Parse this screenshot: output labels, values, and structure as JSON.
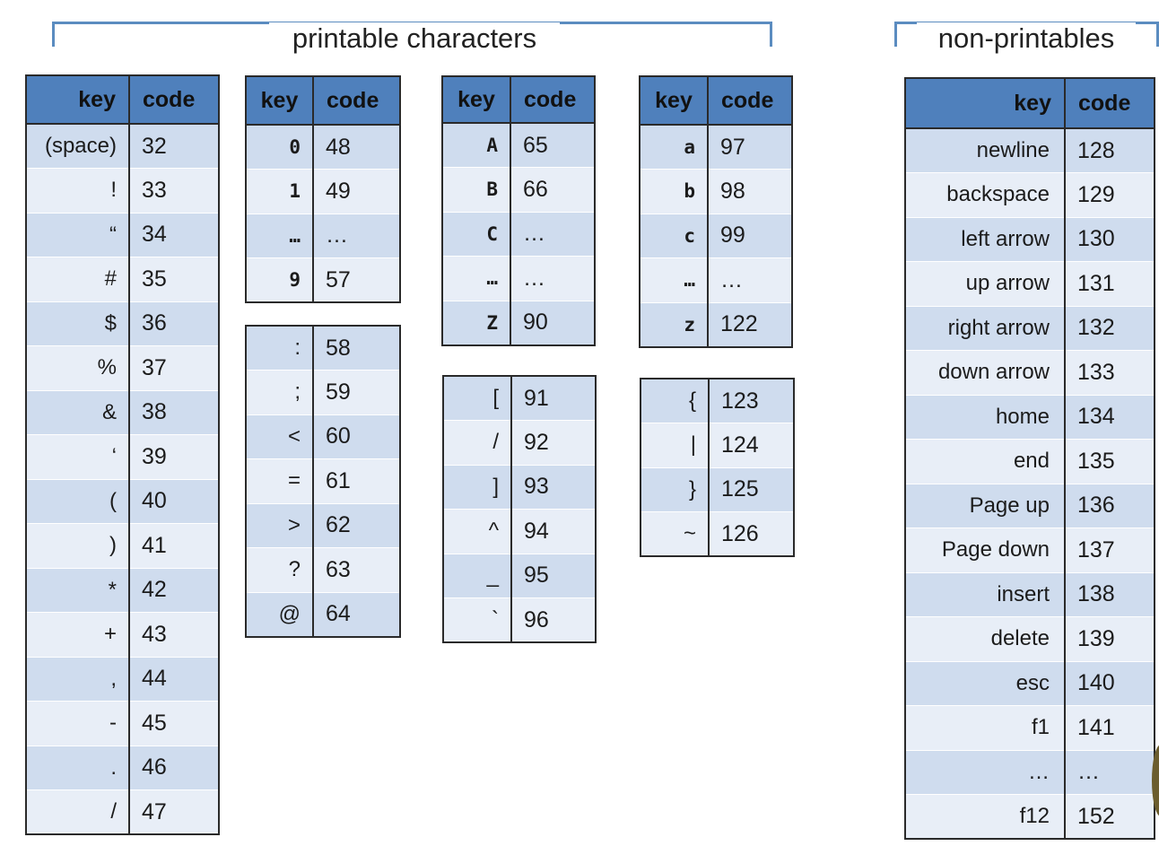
{
  "sections": {
    "printable": "printable characters",
    "nonprintable": "non-printables"
  },
  "headers": {
    "key": "key",
    "code": "code"
  },
  "t1": [
    {
      "key": "(space)",
      "code": "32"
    },
    {
      "key": "!",
      "code": "33"
    },
    {
      "key": "“",
      "code": "34"
    },
    {
      "key": "#",
      "code": "35"
    },
    {
      "key": "$",
      "code": "36"
    },
    {
      "key": "%",
      "code": "37"
    },
    {
      "key": "&",
      "code": "38"
    },
    {
      "key": "‘",
      "code": "39"
    },
    {
      "key": "(",
      "code": "40"
    },
    {
      "key": ")",
      "code": "41"
    },
    {
      "key": "*",
      "code": "42"
    },
    {
      "key": "+",
      "code": "43"
    },
    {
      "key": ",",
      "code": "44"
    },
    {
      "key": "-",
      "code": "45"
    },
    {
      "key": ".",
      "code": "46"
    },
    {
      "key": "/",
      "code": "47"
    }
  ],
  "t2": [
    {
      "key": "0",
      "code": "48"
    },
    {
      "key": "1",
      "code": "49"
    },
    {
      "key": "…",
      "code": "…"
    },
    {
      "key": "9",
      "code": "57"
    }
  ],
  "t3": [
    {
      "key": ":",
      "code": "58"
    },
    {
      "key": ";",
      "code": "59"
    },
    {
      "key": "<",
      "code": "60"
    },
    {
      "key": "=",
      "code": "61"
    },
    {
      "key": ">",
      "code": "62"
    },
    {
      "key": "?",
      "code": "63"
    },
    {
      "key": "@",
      "code": "64"
    }
  ],
  "t4": [
    {
      "key": "A",
      "code": "65"
    },
    {
      "key": "B",
      "code": "66"
    },
    {
      "key": "C",
      "code": "…"
    },
    {
      "key": "…",
      "code": "…"
    },
    {
      "key": "Z",
      "code": "90"
    }
  ],
  "t5": [
    {
      "key": "[",
      "code": "91"
    },
    {
      "key": "/",
      "code": "92"
    },
    {
      "key": "]",
      "code": "93"
    },
    {
      "key": "^",
      "code": "94"
    },
    {
      "key": "_",
      "code": "95"
    },
    {
      "key": "`",
      "code": "96"
    }
  ],
  "t6": [
    {
      "key": "a",
      "code": "97"
    },
    {
      "key": "b",
      "code": "98"
    },
    {
      "key": "c",
      "code": "99"
    },
    {
      "key": "…",
      "code": "…"
    },
    {
      "key": "z",
      "code": "122"
    }
  ],
  "t7": [
    {
      "key": "{",
      "code": "123"
    },
    {
      "key": "|",
      "code": "124"
    },
    {
      "key": "}",
      "code": "125"
    },
    {
      "key": "~",
      "code": "126"
    }
  ],
  "t8": [
    {
      "key": "newline",
      "code": "128"
    },
    {
      "key": "backspace",
      "code": "129"
    },
    {
      "key": "left arrow",
      "code": "130"
    },
    {
      "key": "up arrow",
      "code": "131"
    },
    {
      "key": "right arrow",
      "code": "132"
    },
    {
      "key": "down arrow",
      "code": "133"
    },
    {
      "key": "home",
      "code": "134"
    },
    {
      "key": "end",
      "code": "135"
    },
    {
      "key": "Page up",
      "code": "136"
    },
    {
      "key": "Page down",
      "code": "137"
    },
    {
      "key": "insert",
      "code": "138"
    },
    {
      "key": "delete",
      "code": "139"
    },
    {
      "key": "esc",
      "code": "140"
    },
    {
      "key": "f1",
      "code": "141"
    },
    {
      "key": "…",
      "code": "…"
    },
    {
      "key": "f12",
      "code": "152"
    }
  ]
}
